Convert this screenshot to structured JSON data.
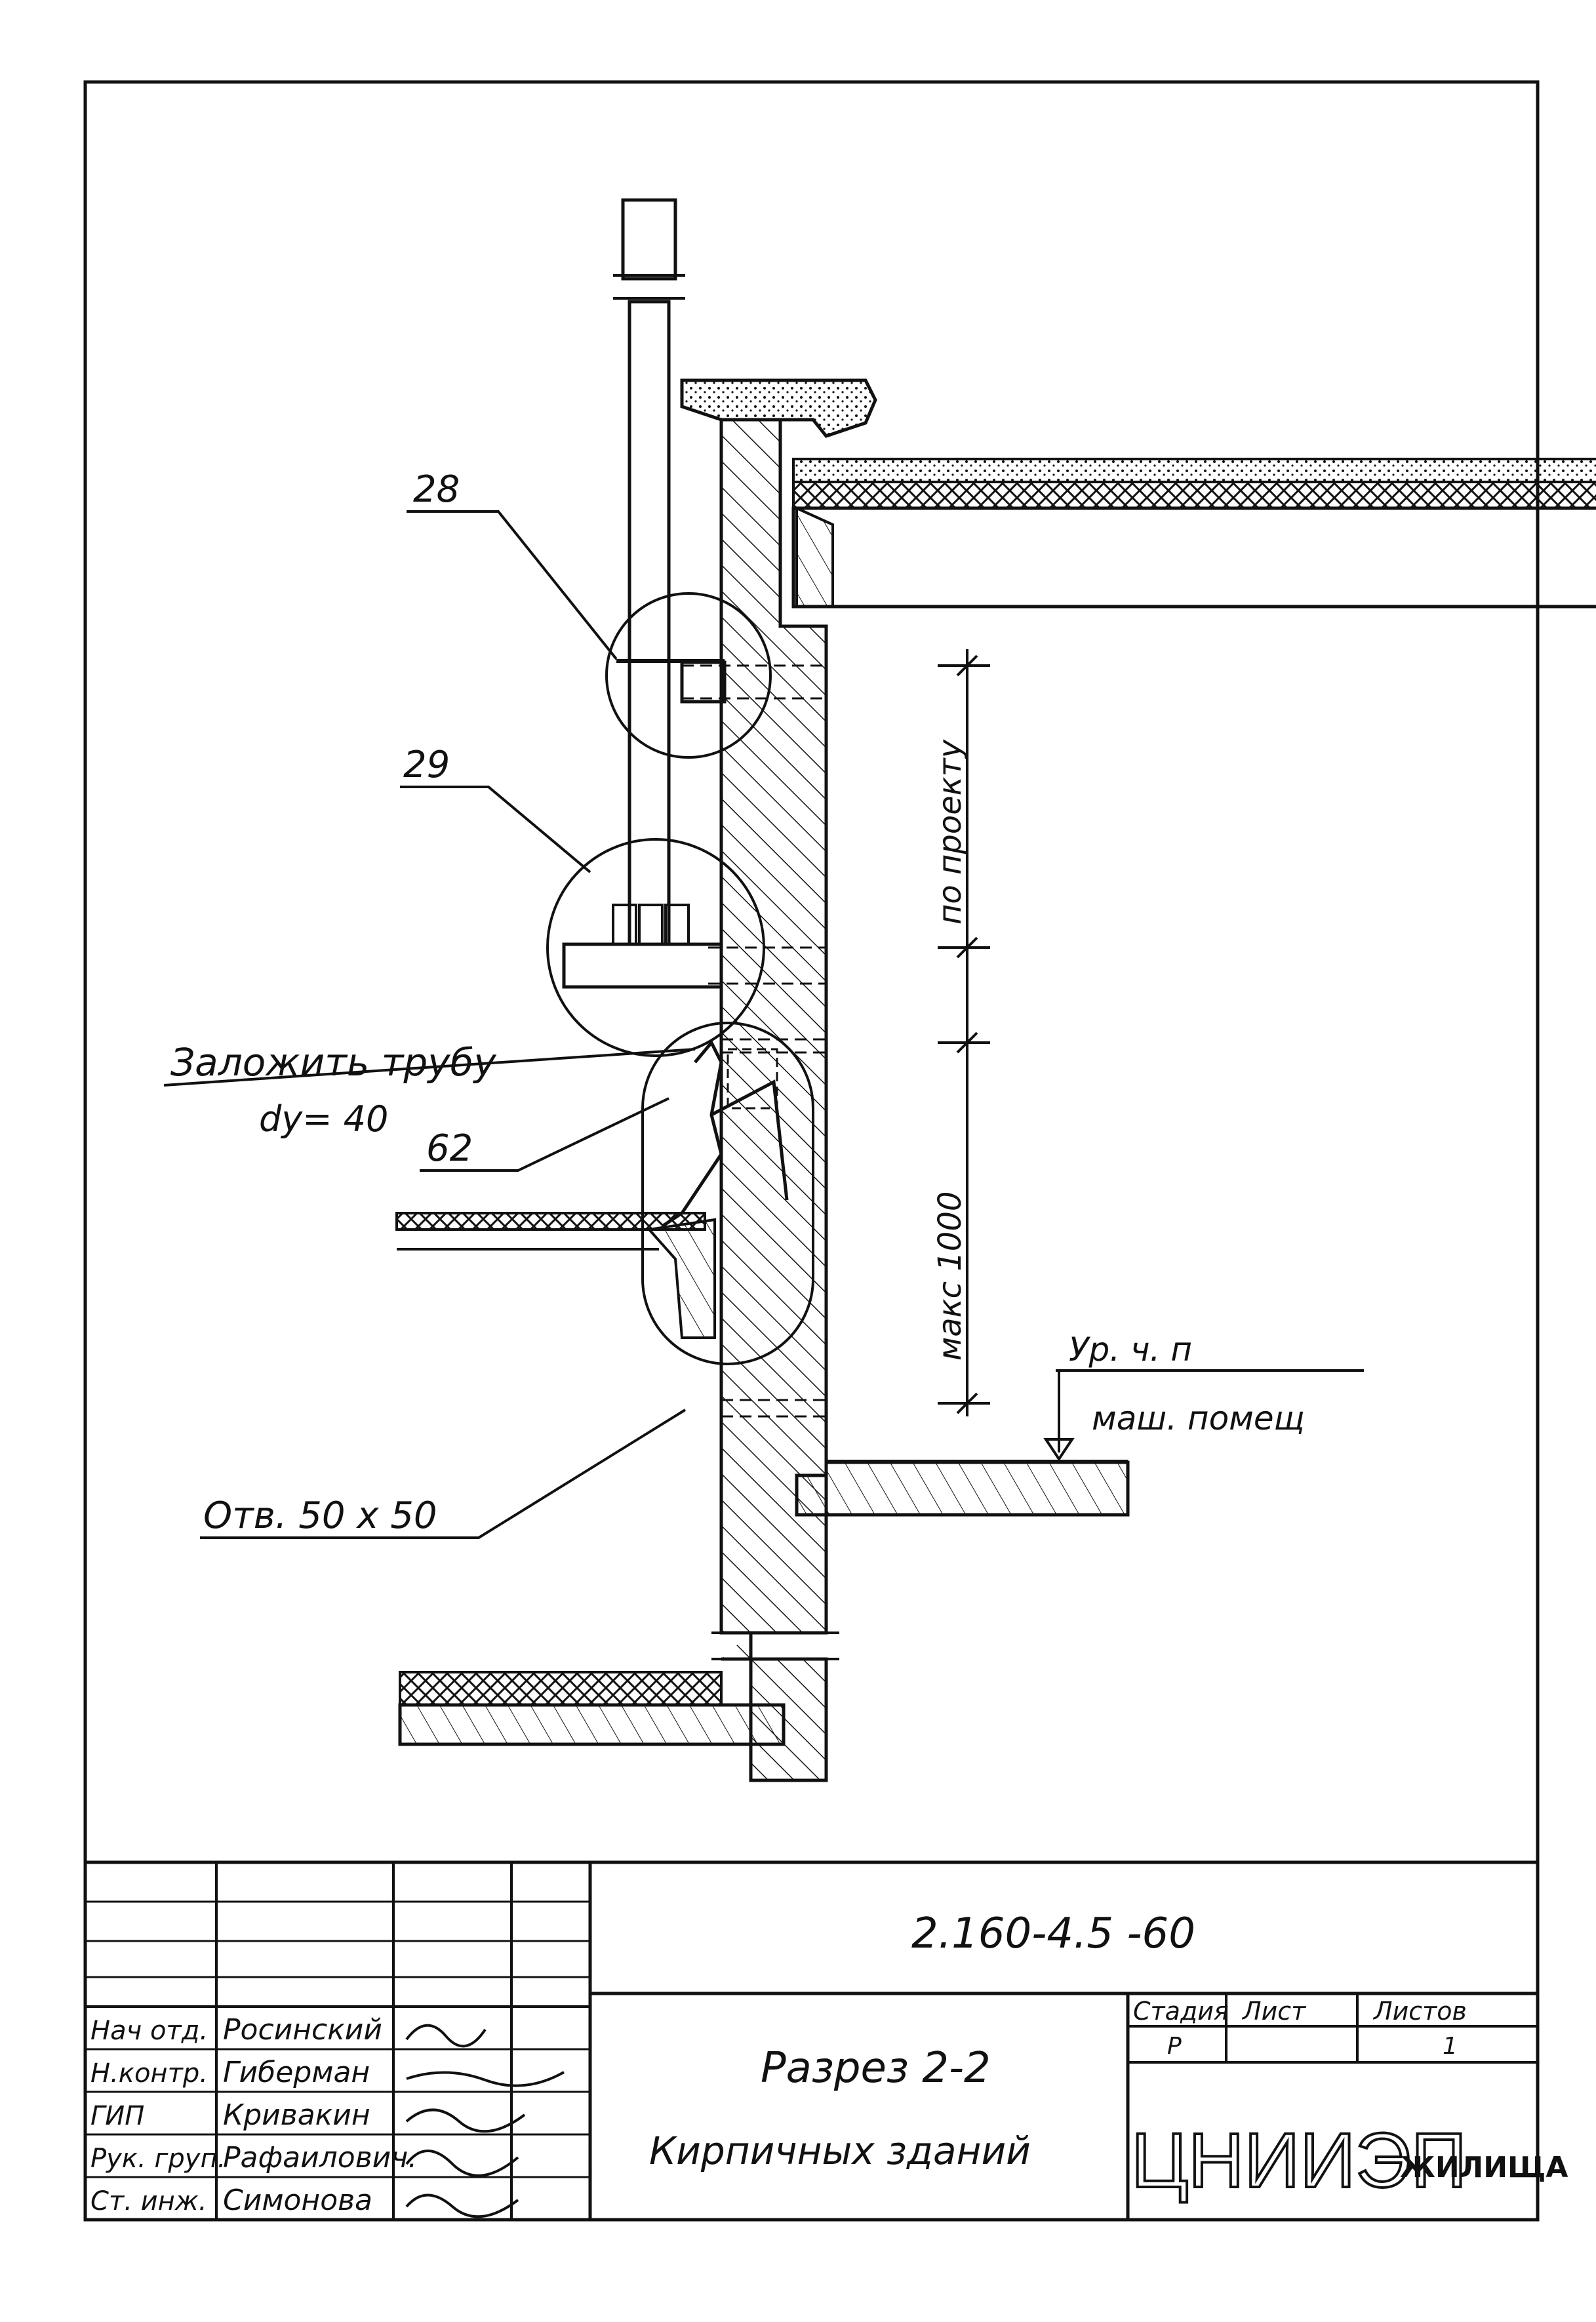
{
  "callouts": {
    "c28": "28",
    "c29": "29",
    "c62": "62",
    "pipe_line1": "Заложить трубу",
    "pipe_line2": "dy= 40",
    "hole": "Отв. 50 х 50"
  },
  "dimensions": {
    "by_project": "по проекту",
    "max_1000": "макс 1000"
  },
  "level": {
    "line1": "Ур. ч. п",
    "line2": "маш. помещ"
  },
  "title_block": {
    "doc_code": "2.160-4.5 -60",
    "title_line1": "Разрез 2-2",
    "title_line2": "Кирпичных зданий",
    "stage_header": "Стадия",
    "sheet_header": "Лист",
    "sheets_header": "Листов",
    "stage_value": "Р",
    "sheet_value": "",
    "sheets_value": "1",
    "org_name": "ЦНИИЭП",
    "org_suffix": "ЖИЛИЩА",
    "signatories": [
      {
        "role": "Нач отд.",
        "name": "Росинский"
      },
      {
        "role": "Н.контр.",
        "name": "Гиберман"
      },
      {
        "role": "ГИП",
        "name": "Кривакин"
      },
      {
        "role": "Рук. груп.",
        "name": "Рафаилович."
      },
      {
        "role": "Ст. инж.",
        "name": "Симонова"
      }
    ]
  }
}
